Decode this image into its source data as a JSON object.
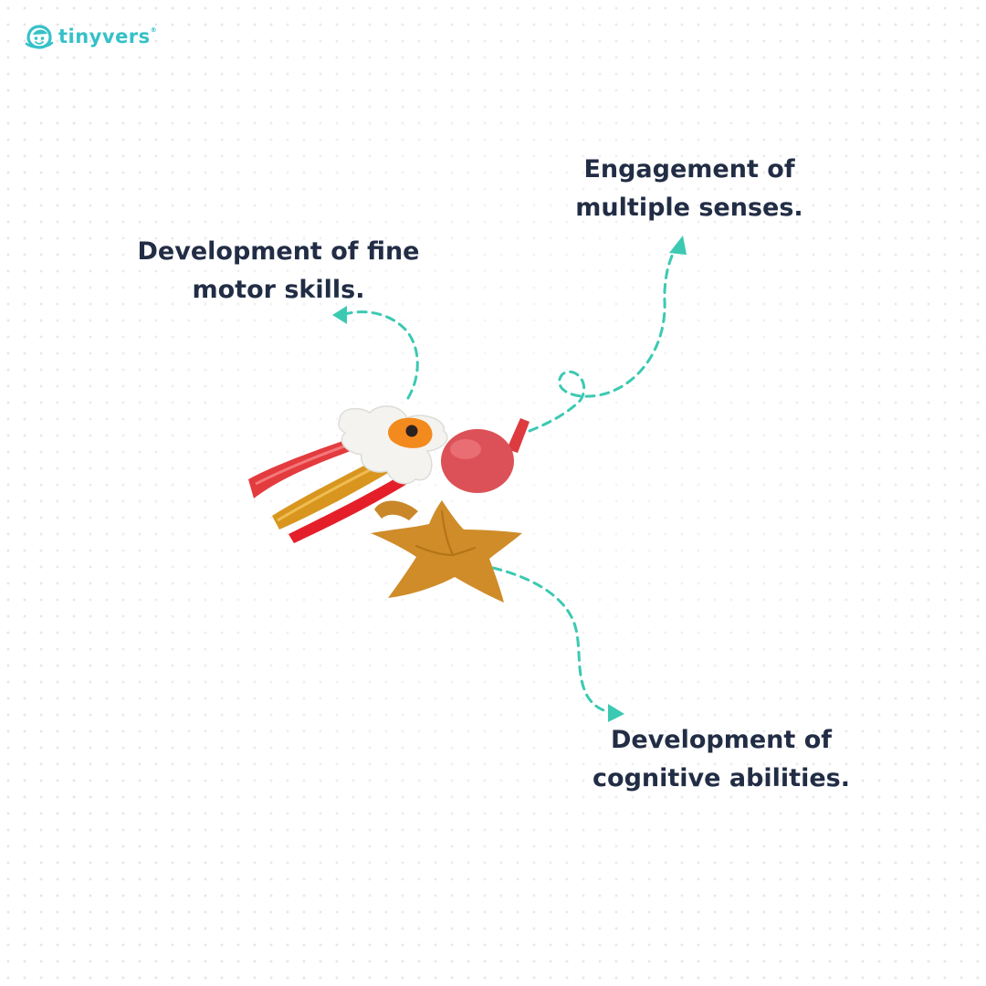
{
  "brand": {
    "name": "tinyvers",
    "registered_mark": "®",
    "color": "#35c1c8"
  },
  "callouts": {
    "fine_motor": {
      "line1": "Development of fine",
      "line2": "motor skills."
    },
    "senses": {
      "line1": "Engagement of",
      "line2": "multiple senses."
    },
    "cognitive": {
      "line1": "Development of",
      "line2": "cognitive abilities."
    }
  },
  "colors": {
    "heading_text": "#222d45",
    "arrow": "#3cc9b2",
    "ribbon_red": "#e8393f",
    "ribbon_mustard": "#d99a22",
    "ball": "#df545a",
    "star": "#cf8d2a",
    "flower": "#f4f4f1",
    "flower_center": "#f18a1d"
  },
  "icons": {
    "logo": "baby-face-logo-icon",
    "product": "sensory-plush-toy",
    "arrows": "dashed-curved-arrow"
  }
}
